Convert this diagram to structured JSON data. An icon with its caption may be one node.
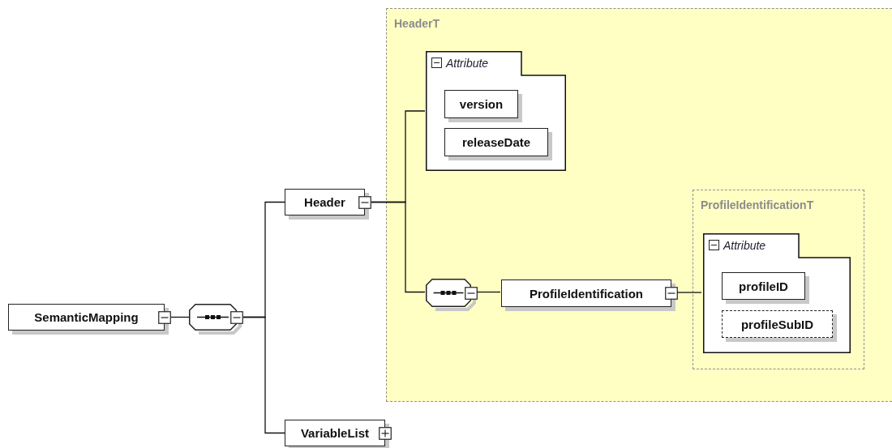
{
  "diagram": {
    "nodes": [
      {
        "text": [
          "SemanticMapping"
        ]
      },
      {
        "text": [],
        "shape": "octagon"
      },
      {
        "text": [
          "Header"
        ]
      },
      {
        "text": [
          "VariableList"
        ]
      },
      {
        "text": [
          "HeaderT"
        ]
      },
      {
        "text": [
          "Attribute"
        ],
        "in": 4
      },
      {
        "text": [
          "version"
        ],
        "in": 5
      },
      {
        "text": [
          "releaseDate"
        ],
        "in": 5
      },
      {
        "text": [],
        "shape": "octagon",
        "in": 4
      },
      {
        "text": [
          "ProfileIdentification"
        ],
        "in": 4
      },
      {
        "text": [
          "ProfileIdentificationT"
        ],
        "in": 4
      },
      {
        "text": [
          "Attribute"
        ],
        "in": 10
      },
      {
        "text": [
          "profileID"
        ],
        "in": 11
      },
      {
        "text": [
          "profileSubID"
        ],
        "in": 11
      }
    ],
    "edges": [
      {
        "from": 0,
        "to": 1,
        "arrow": "none"
      },
      {
        "from": 1,
        "to": 2,
        "arrow": "none"
      },
      {
        "from": 1,
        "to": 3,
        "arrow": "none"
      },
      {
        "from": 2,
        "to": 5,
        "arrow": "none"
      },
      {
        "from": 2,
        "to": 8,
        "arrow": "none"
      },
      {
        "from": 8,
        "to": 9,
        "arrow": "none"
      },
      {
        "from": 9,
        "to": 11,
        "arrow": "none"
      }
    ]
  }
}
